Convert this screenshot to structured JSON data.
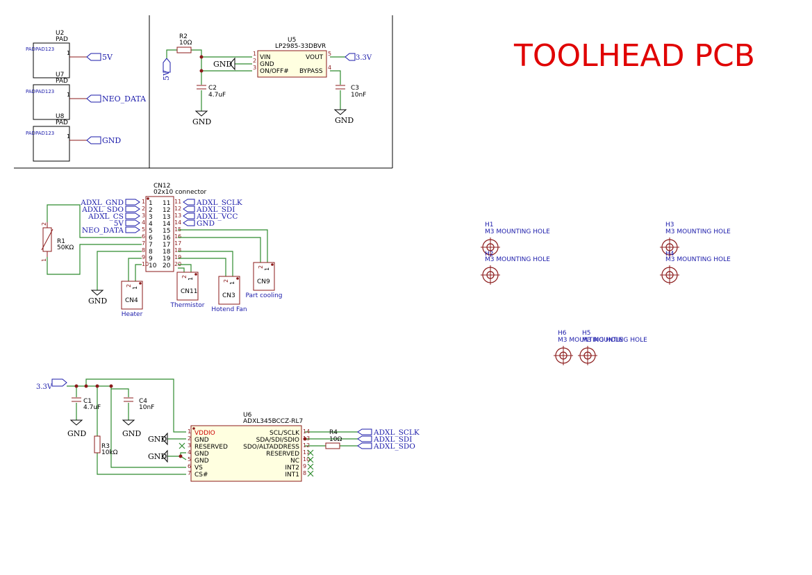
{
  "title": "TOOLHEAD PCB",
  "colors": {
    "wire": "#2e8b2e",
    "comp": "#8b1a1a",
    "label": "#1a1aaa",
    "pin": "#8b1a1a",
    "title": "#e00000",
    "text": "#000000",
    "noconnect": "#2e8b2e"
  },
  "pads": [
    {
      "ref": "U2",
      "val": "PAD",
      "fp": "PADPAD123",
      "pin": "1",
      "net": "5V"
    },
    {
      "ref": "U7",
      "val": "PAD",
      "fp": "PADPAD123",
      "pin": "1",
      "net": "NEO_DATA"
    },
    {
      "ref": "U8",
      "val": "PAD",
      "fp": "PADPAD123",
      "pin": "1",
      "net": "GND"
    }
  ],
  "regulator": {
    "ref": "U5",
    "val": "LP2985-33DBVR",
    "pins_left": [
      {
        "num": "1",
        "name": "VIN"
      },
      {
        "num": "2",
        "name": "GND"
      },
      {
        "num": "3",
        "name": "ON/OFF#"
      }
    ],
    "pins_right": [
      {
        "num": "5",
        "name": "VOUT"
      },
      {
        "num": "4",
        "name": "BYPASS"
      }
    ],
    "r2": {
      "ref": "R2",
      "val": "10Ω"
    },
    "c2": {
      "ref": "C2",
      "val": "4.7uF"
    },
    "c3": {
      "ref": "C3",
      "val": "10nF"
    },
    "in_net": "5V",
    "out_net": "3.3V",
    "gnd": "GND"
  },
  "connector": {
    "ref": "CN12",
    "val": "02x10 connector",
    "left_pins": [
      "1",
      "2",
      "3",
      "4",
      "5",
      "6",
      "7",
      "8",
      "9",
      "10"
    ],
    "right_pins": [
      "11",
      "12",
      "13",
      "14",
      "15",
      "16",
      "17",
      "18",
      "19",
      "20"
    ],
    "left_nets": [
      "ADXL_GND",
      "ADXL_SDO",
      "ADXL_CS",
      "5V",
      "NEO_DATA"
    ],
    "left_net_pins": [
      "1",
      "2",
      "3",
      "4",
      "5"
    ],
    "right_nets": [
      "ADXL_SCLK",
      "ADXL_SDI",
      "ADXL_VCC",
      "GND"
    ],
    "right_net_pins": [
      "11",
      "12",
      "13",
      "14"
    ],
    "r1": {
      "ref": "R1",
      "val": "50KΩ",
      "p2": "2",
      "p1": "1"
    },
    "gnd": "GND"
  },
  "small_conns": [
    {
      "ref": "CN4",
      "label": "Heater",
      "pins": [
        "2",
        "1"
      ]
    },
    {
      "ref": "CN11",
      "label": "Thermistor",
      "pins": [
        "2",
        "1"
      ]
    },
    {
      "ref": "CN3",
      "label": "Hotend Fan",
      "pins": [
        "2",
        "1"
      ]
    },
    {
      "ref": "CN9",
      "label": "Part cooling",
      "pins": [
        "2",
        "1"
      ]
    }
  ],
  "holes": [
    {
      "ref": "H1",
      "val": "M3 MOUNTING HOLE"
    },
    {
      "ref": "H2",
      "val": "M3 MOUNTING HOLE"
    },
    {
      "ref": "H3",
      "val": "M3 MOUNTING HOLE"
    },
    {
      "ref": "H4",
      "val": "M3 MOUNTING HOLE"
    },
    {
      "ref": "H6",
      "val": "M3 MOUNTING HOLE"
    },
    {
      "ref": "H5",
      "val": "M3 MOUNTING HOLE"
    }
  ],
  "accel": {
    "ref": "U6",
    "val": "ADXL345BCCZ-RL7",
    "left": [
      {
        "num": "1",
        "name": "VDDIO"
      },
      {
        "num": "2",
        "name": "GND"
      },
      {
        "num": "3",
        "name": "RESERVED"
      },
      {
        "num": "4",
        "name": "GND"
      },
      {
        "num": "5",
        "name": "GND"
      },
      {
        "num": "6",
        "name": "VS"
      },
      {
        "num": "7",
        "name": "CS#"
      }
    ],
    "right": [
      {
        "num": "14",
        "name": "SCL/SCLK"
      },
      {
        "num": "13",
        "name": "SDA/SDI/SDIO"
      },
      {
        "num": "12",
        "name": "SDO/ALTADDRESS"
      },
      {
        "num": "11",
        "name": "RESERVED"
      },
      {
        "num": "10",
        "name": "NC"
      },
      {
        "num": "9",
        "name": "INT2"
      },
      {
        "num": "8",
        "name": "INT1"
      }
    ],
    "c1": {
      "ref": "C1",
      "val": "4.7uF"
    },
    "c4": {
      "ref": "C4",
      "val": "10nF"
    },
    "r3": {
      "ref": "R3",
      "val": "10kΩ"
    },
    "r4": {
      "ref": "R4",
      "val": "10Ω"
    },
    "supply": "3.3V",
    "gnd": "GND",
    "nets": [
      "ADXL_SCLK",
      "ADXL_SDI",
      "ADXL_SDO"
    ]
  }
}
